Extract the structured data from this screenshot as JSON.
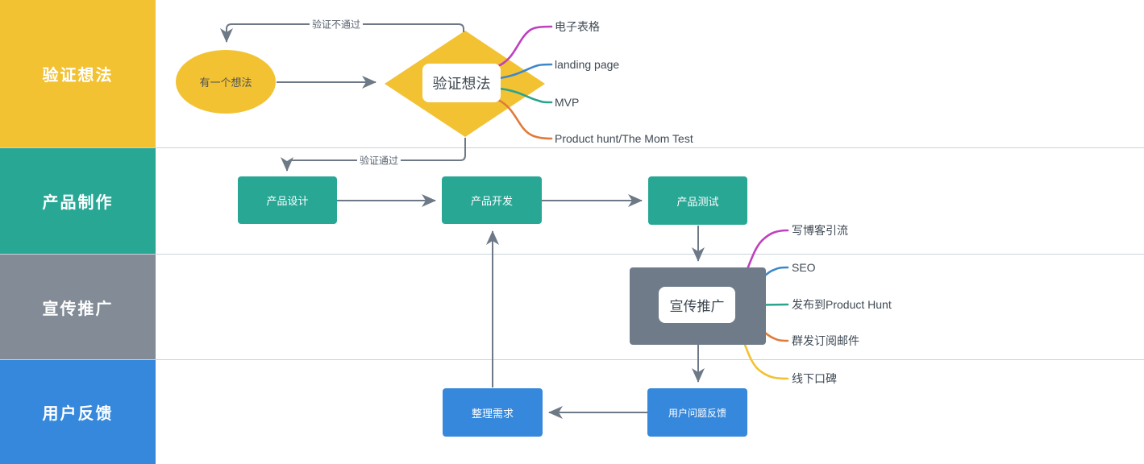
{
  "colors": {
    "yellow": "#F2C233",
    "teal": "#28A795",
    "gray_band": "#828B96",
    "gray_node": "#6F7B89",
    "blue": "#3588DC",
    "wire": "#6E7987",
    "divider": "#CAD3DC",
    "dark_text": "#3E4752"
  },
  "lanes": [
    {
      "label": "验证想法",
      "color": "#F2C233"
    },
    {
      "label": "产品制作",
      "color": "#28A795"
    },
    {
      "label": "宣传推广",
      "color": "#828B96"
    },
    {
      "label": "用户反馈",
      "color": "#3588DC"
    }
  ],
  "nodes": {
    "idea": {
      "label": "有一个想法"
    },
    "validate": {
      "label": "验证想法"
    },
    "design": {
      "label": "产品设计"
    },
    "develop": {
      "label": "产品开发"
    },
    "test": {
      "label": "产品测试"
    },
    "promote": {
      "label": "宣传推广"
    },
    "collect": {
      "label": "整理需求"
    },
    "feedback": {
      "label": "用户问题反馈"
    }
  },
  "edge_labels": {
    "fail": "验证不通过",
    "pass": "验证通过"
  },
  "validate_methods": [
    {
      "label": "电子表格",
      "color": "#BE40BF"
    },
    {
      "label": "landing page",
      "color": "#3D87CB"
    },
    {
      "label": "MVP",
      "color": "#2AA48E"
    },
    {
      "label": "Product hunt/The Mom Test",
      "color": "#E07A3A"
    }
  ],
  "promote_methods": [
    {
      "label": "写博客引流",
      "color": "#BE40BF"
    },
    {
      "label": "SEO",
      "color": "#3D87CB"
    },
    {
      "label": "发布到Product Hunt",
      "color": "#2AA48E"
    },
    {
      "label": "群发订阅邮件",
      "color": "#E07A3A"
    },
    {
      "label": "线下口碑",
      "color": "#F2C233"
    }
  ]
}
